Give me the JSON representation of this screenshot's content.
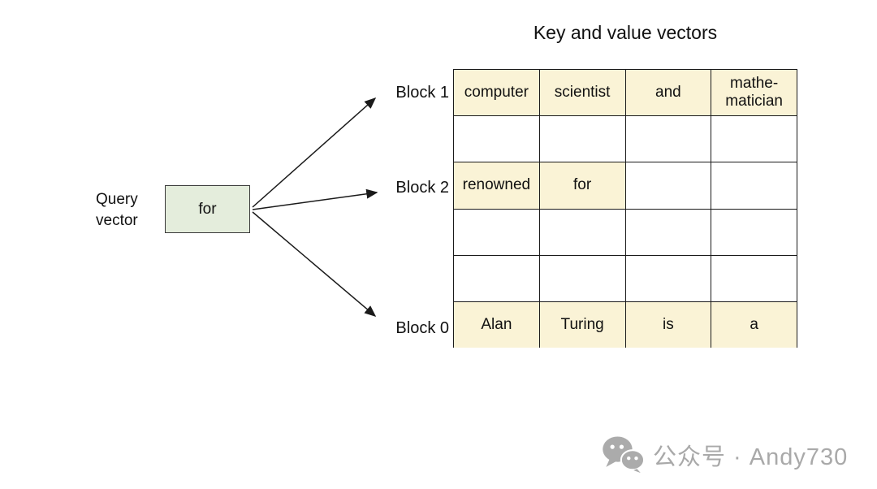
{
  "title": "Key and value vectors",
  "query_vector": {
    "label_line1": "Query",
    "label_line2": "vector",
    "box_text": "for"
  },
  "block_labels": [
    {
      "label": "Block 1"
    },
    {
      "label": "Block 2"
    },
    {
      "label": "Block 0"
    }
  ],
  "table": {
    "columns": 4,
    "rows": [
      {
        "cells": [
          "computer",
          "scientist",
          "and",
          "mathe-\nmatician"
        ],
        "highlighted": [
          true,
          true,
          true,
          true
        ]
      },
      {
        "cells": [
          "",
          "",
          "",
          ""
        ],
        "highlighted": [
          false,
          false,
          false,
          false
        ]
      },
      {
        "cells": [
          "renowned",
          "for",
          "",
          ""
        ],
        "highlighted": [
          true,
          true,
          false,
          false
        ]
      },
      {
        "cells": [
          "",
          "",
          "",
          ""
        ],
        "highlighted": [
          false,
          false,
          false,
          false
        ]
      },
      {
        "cells": [
          "",
          "",
          "",
          ""
        ],
        "highlighted": [
          false,
          false,
          false,
          false
        ]
      },
      {
        "cells": [
          "Alan",
          "Turing",
          "is",
          "a"
        ],
        "highlighted": [
          true,
          true,
          true,
          true
        ]
      }
    ]
  },
  "footer": {
    "icon": "wechat-icon",
    "text": "公众号 · Andy730"
  },
  "colors": {
    "cell_highlight": "#FAF3D6",
    "query_box_fill": "#E4EDDC",
    "table_border": "#1A1A1A",
    "footer_gray": "#A9A9A9",
    "text": "#111111"
  }
}
